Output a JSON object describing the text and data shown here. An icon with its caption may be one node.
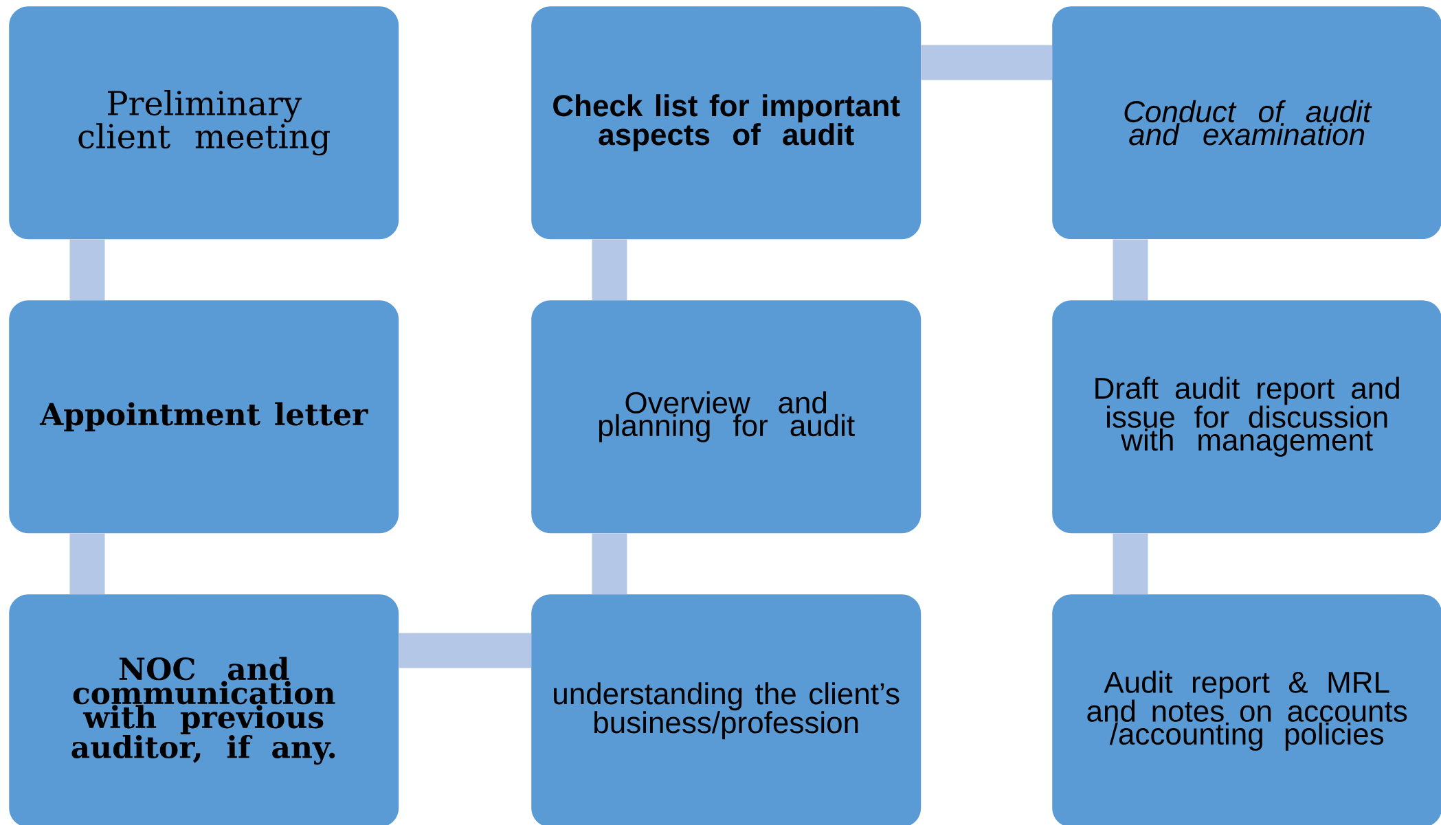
{
  "diagram": {
    "nodes": [
      {
        "text": [
          "Preliminary client meeting"
        ]
      },
      {
        "text": [
          "Appointment letter"
        ]
      },
      {
        "text": [
          "NOC and communication with previous auditor, if any."
        ]
      },
      {
        "text": [
          "understanding the client’s business/profession"
        ]
      },
      {
        "text": [
          "Overview and planning for audit"
        ]
      },
      {
        "text": [
          "Check list for important aspects of audit"
        ]
      },
      {
        "text": [
          "Conduct of audit and examination"
        ]
      },
      {
        "text": [
          "Draft audit report and issue for discussion with management"
        ]
      },
      {
        "text": [
          "Audit report & MRL and notes on accounts /accounting policies"
        ]
      }
    ],
    "edges": [
      {
        "from": 0,
        "to": 1,
        "arrow": "none"
      },
      {
        "from": 1,
        "to": 2,
        "arrow": "none"
      },
      {
        "from": 2,
        "to": 3,
        "arrow": "none"
      },
      {
        "from": 3,
        "to": 4,
        "arrow": "none"
      },
      {
        "from": 4,
        "to": 5,
        "arrow": "none"
      },
      {
        "from": 5,
        "to": 6,
        "arrow": "none"
      },
      {
        "from": 6,
        "to": 7,
        "arrow": "none"
      },
      {
        "from": 7,
        "to": 8,
        "arrow": "none"
      }
    ]
  }
}
